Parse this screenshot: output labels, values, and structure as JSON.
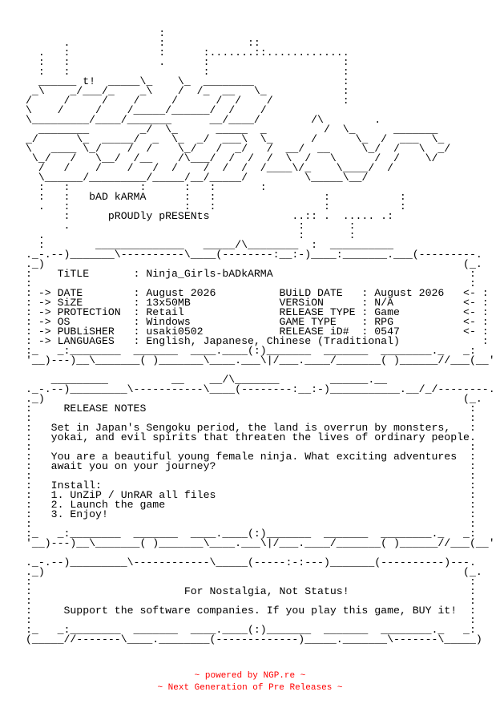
{
  "nfo_lines": [
    "                     :",
    "      .              :             ::",
    "  .   :              :      :.......::.............",
    "  :   :              .      :                     :",
    "  :   :                     :                     :",
    "  ______ t!  _____\\_    \\_  ________              :",
    " _\\    _/___/_    _\\    /  /_  __   \\_            :",
    "/     /     /    /     /      /  /    /           :",
    "\\    /     /    /_____/______/  /    /  ",
    "\\_________/____/_______      __/____/        /\\        .",
    "  ________        _/  \\_      _____  _         /  \\_      _______",
    "_/      \\_  _____/  _  \\_  _/  ___\\  \\_      /      \\_  /  ___  \\_",
    "\\   ____ \\_/    /  /    \\_/   /  _/   /  __/  __     \\_/  /   \\  _/",
    " \\_/   /   \\__/  /__    /\\___/  /  /  /  \\  /   \\      /  /    \\/",
    "  /   /    /    /   /  /    /  /  /  /____\\/_    \\____/  /",
    "  \\______/_________/_____/__/_____/         \\_____\\__/  ",
    "  :   :           :      :   :       :",
    "  :   :   bAD kARMA      :   :                 :           :",
    "  .   :                  :   :                 :           :",
    "      :      pROUDly pRESENts             ..:: .  ..... .:",
    "      .                                    :       :",
    "  .                                        :       :",
    "  :        ______________   _____/\\________  :  __________",
    "._-.--)_______\\----------\\____(--------:__:-)____:_______.___(---------.",
    "._)                                                                  (_.",
    ":    TiTLE       : Ninja_Girls-bADkARMA                               :",
    ":                                                                     :",
    ": -> DATE        : August 2026          BUiLD DATE   : August 2026   <- :",
    ": -> SiZE        : 13x50MB              VERSiON      : N/A           <- :",
    ": -> PROTECTiON  : Retail               RELEASE TYPE : Game          <- :",
    ": -> OS          : Windows              GAME TYPE    : RPG           <- :",
    ": -> PUBLiSHER   : usaki0502            RELEASE iD#  : 0547          <- :",
    ": -> LANGUAGES   : English, Japanese, Chinese (Traditional)             :",
    ":_   _:________  _______  ____.____(:)_______  _______  ________._   _:",
    "'__)---)__\\_______( )_______\\____.___\\|/___.____/_______( )______//___(__'",
    "",
    "    _________          __    __/\\_______        ______.__",
    "._-.--)_________\\-----------\\____(--------:__:-)___________.__/_/--------.",
    "._)                                                                  (_.",
    ":     RELEASE NOTES                                                   :",
    ":                                                                     :",
    ":   Set in Japan's Sengoku period, the land is overrun by monsters,   :",
    ":   yokai, and evil spirits that threaten the lives of ordinary people.",
    ":                                                                     :",
    ":   You are a beautiful young female ninja. What exciting adventures  :",
    ":   await you on your journey?                                        :",
    ":                                                                     :",
    ":   Install:                                                          :",
    ":   1. UnZiP / UnRAR all files                                        :",
    ":   2. Launch the game                                                :",
    ":   3. Enjoy!                                                         :",
    ":                                                                     :",
    ":_   _:________  _______  ____.____(:)_______  _______  ________._   _:",
    "'__)---)__\\_______( )_______\\____.___\\|/___.____/_______( )______//___(__'",
    "",
    "._-.--)_________\\------------\\_____(-----:-:---)_______(----------)---.",
    "._)                                                                  (_.",
    ":                                                                     :",
    ":                        For Nostalgia, Not Status!                   :",
    ":                                                                     :",
    ":     Support the software companies. If you play this game, BUY it!  :",
    ":                                                                     :",
    ":_   _:________  _______  ____.____(:)_______  _______  ________._   _:",
    "(_____//-------\\____.________(-------------)_____._______\\-------\\_____)"
  ],
  "footer": {
    "line1": "powered by NGP.re",
    "line2": "Next Generation of Pre Releases",
    "tilde": "~",
    "text_color": "#ff0000"
  }
}
